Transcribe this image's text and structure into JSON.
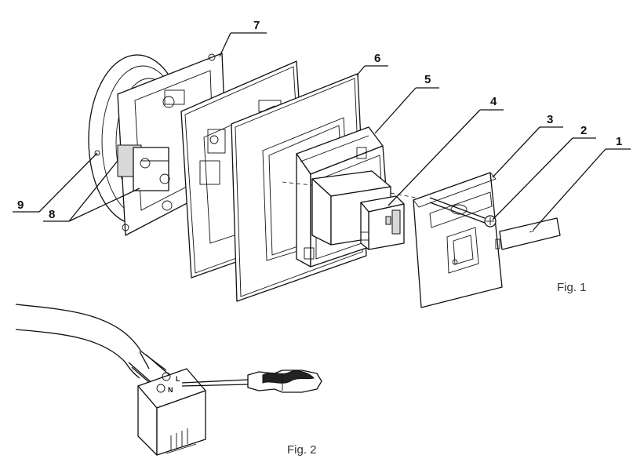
{
  "callouts": [
    {
      "id": "1",
      "text": "1"
    },
    {
      "id": "2",
      "text": "2"
    },
    {
      "id": "3",
      "text": "3"
    },
    {
      "id": "4",
      "text": "4"
    },
    {
      "id": "5",
      "text": "5"
    },
    {
      "id": "6",
      "text": "6"
    },
    {
      "id": "7",
      "text": "7"
    },
    {
      "id": "8",
      "text": "8"
    },
    {
      "id": "9",
      "text": "9"
    }
  ],
  "figures": {
    "fig1_caption": "Fig. 1",
    "fig2_caption": "Fig. 2"
  },
  "terminal_marks": {
    "L": "L",
    "N": "N"
  }
}
